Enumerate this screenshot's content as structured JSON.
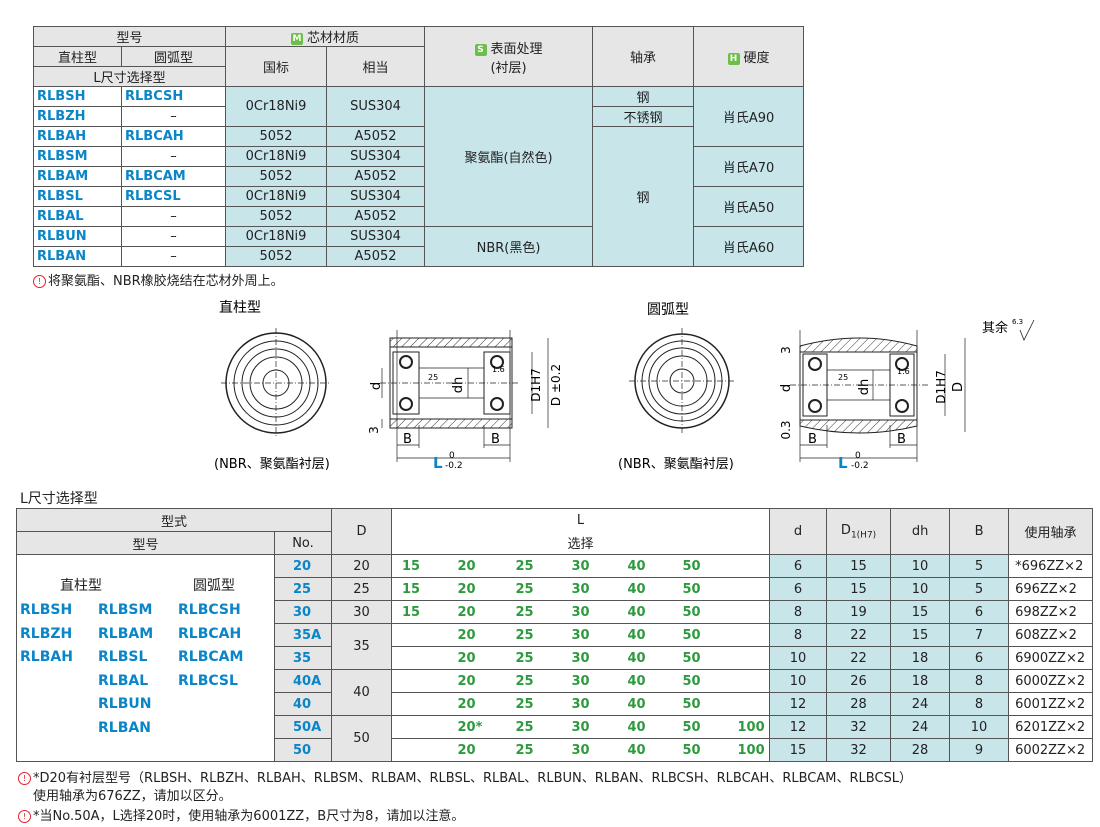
{
  "table1": {
    "header": {
      "model": "型号",
      "straight": "直柱型",
      "arc": "圆弧型",
      "l_select": "L尺寸选择型",
      "core_tag": "M",
      "core": "芯材材质",
      "gb": "国标",
      "equiv": "相当",
      "surface_tag": "S",
      "surface": "表面处理",
      "lining": "(衬层)",
      "bearing": "轴承",
      "hard_tag": "H",
      "hardness": "硬度"
    },
    "rows": [
      {
        "straight": "RLBSH",
        "arc": "RLBCSH",
        "gb": "0Cr18Ni9",
        "equiv": "SUS304"
      },
      {
        "straight": "RLBZH",
        "arc": "–",
        "gb": "",
        "equiv": ""
      },
      {
        "straight": "RLBAH",
        "arc": "RLBCAH",
        "gb": "5052",
        "equiv": "A5052"
      },
      {
        "straight": "RLBSM",
        "arc": "–",
        "gb": "0Cr18Ni9",
        "equiv": "SUS304"
      },
      {
        "straight": "RLBAM",
        "arc": "RLBCAM",
        "gb": "5052",
        "equiv": "A5052"
      },
      {
        "straight": "RLBSL",
        "arc": "RLBCSL",
        "gb": "0Cr18Ni9",
        "equiv": "SUS304"
      },
      {
        "straight": "RLBAL",
        "arc": "–",
        "gb": "5052",
        "equiv": "A5052"
      },
      {
        "straight": "RLBUN",
        "arc": "–",
        "gb": "0Cr18Ni9",
        "equiv": "SUS304"
      },
      {
        "straight": "RLBAN",
        "arc": "–",
        "gb": "5052",
        "equiv": "A5052"
      }
    ],
    "surface_pu": "聚氨酯(自然色)",
    "surface_nbr": "NBR(黑色)",
    "bearing_steel": "钢",
    "bearing_ss": "不锈钢",
    "bearing_steel2": "钢",
    "hard_a90": "肖氏A90",
    "hard_a70": "肖氏A70",
    "hard_a50": "肖氏A50",
    "hard_a60": "肖氏A60"
  },
  "note1": "将聚氨酯、NBR橡胶烧结在芯材外周上。",
  "drawings": {
    "straight_title": "直柱型",
    "arc_title": "圆弧型",
    "caption_left": "(NBR、聚氨酯衬层)",
    "caption_right": "(NBR、聚氨酯衬层)",
    "rest": "其余",
    "rough": "6.3",
    "labels": {
      "d": "d",
      "dh": "dh",
      "D1H7": "D1H7",
      "Dpm": "D ±0.2",
      "D": "D",
      "B": "B",
      "L": "L",
      "tol_top": "0",
      "tol_bot": "-0.2",
      "three": "3",
      "zero3": "0.3",
      "r25": "25",
      "r16": "1.6"
    }
  },
  "section2_title": "L尺寸选择型",
  "table2": {
    "header": {
      "style": "型式",
      "model": "型号",
      "no": "No.",
      "D": "D",
      "L": "L",
      "select": "选择",
      "d": "d",
      "D1": "D",
      "D1sub": "1(H7)",
      "dh": "dh",
      "B": "B",
      "bearing": "使用轴承"
    },
    "models": {
      "straight_label": "直柱型",
      "arc_label": "圆弧型",
      "col1": [
        "RLBSH",
        "RLBZH",
        "RLBAH"
      ],
      "col2": [
        "RLBSM",
        "RLBAM",
        "RLBSL",
        "RLBAL",
        "RLBUN",
        "RLBAN"
      ],
      "col3": [
        "RLBCSH",
        "RLBCAH",
        "RLBCAM",
        "RLBCSL"
      ]
    },
    "rows": [
      {
        "no": "20",
        "D": "20",
        "L": [
          "15",
          "20",
          "25",
          "30",
          "40",
          "50",
          ""
        ],
        "d": "6",
        "D1": "15",
        "dh": "10",
        "B": "5",
        "bearing": "*696ZZ×2"
      },
      {
        "no": "25",
        "D": "25",
        "L": [
          "15",
          "20",
          "25",
          "30",
          "40",
          "50",
          ""
        ],
        "d": "6",
        "D1": "15",
        "dh": "10",
        "B": "5",
        "bearing": "696ZZ×2"
      },
      {
        "no": "30",
        "D": "30",
        "L": [
          "15",
          "20",
          "25",
          "30",
          "40",
          "50",
          ""
        ],
        "d": "8",
        "D1": "19",
        "dh": "15",
        "B": "6",
        "bearing": "698ZZ×2"
      },
      {
        "no": "35A",
        "D": "35",
        "L": [
          "",
          "20",
          "25",
          "30",
          "40",
          "50",
          ""
        ],
        "d": "8",
        "D1": "22",
        "dh": "15",
        "B": "7",
        "bearing": "608ZZ×2"
      },
      {
        "no": "35",
        "D": "",
        "L": [
          "",
          "20",
          "25",
          "30",
          "40",
          "50",
          ""
        ],
        "d": "10",
        "D1": "22",
        "dh": "18",
        "B": "6",
        "bearing": "6900ZZ×2"
      },
      {
        "no": "40A",
        "D": "40",
        "L": [
          "",
          "20",
          "25",
          "30",
          "40",
          "50",
          ""
        ],
        "d": "10",
        "D1": "26",
        "dh": "18",
        "B": "8",
        "bearing": "6000ZZ×2"
      },
      {
        "no": "40",
        "D": "",
        "L": [
          "",
          "20",
          "25",
          "30",
          "40",
          "50",
          ""
        ],
        "d": "12",
        "D1": "28",
        "dh": "24",
        "B": "8",
        "bearing": "6001ZZ×2"
      },
      {
        "no": "50A",
        "D": "50",
        "L": [
          "",
          "20*",
          "25",
          "30",
          "40",
          "50",
          "100"
        ],
        "d": "12",
        "D1": "32",
        "dh": "24",
        "B": "10",
        "bearing": "6201ZZ×2"
      },
      {
        "no": "50",
        "D": "",
        "L": [
          "",
          "20",
          "25",
          "30",
          "40",
          "50",
          "100"
        ],
        "d": "15",
        "D1": "32",
        "dh": "28",
        "B": "9",
        "bearing": "6002ZZ×2"
      }
    ]
  },
  "note2a": "*D20有衬层型号（RLBSH、RLBZH、RLBAH、RLBSM、RLBAM、RLBSL、RLBAL、RLBUN、RLBAN、RLBCSH、RLBCAH、RLBCAM、RLBCSL）",
  "note2b": "使用轴承为676ZZ，请加以区分。",
  "note3": "*当No.50A，L选择20时，使用轴承为6001ZZ，B尺寸为8，请加以注意。"
}
